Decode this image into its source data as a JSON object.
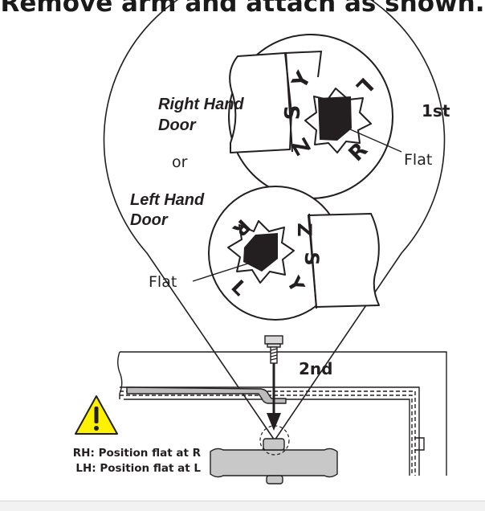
{
  "heading": "Remove arm and attach as shown.",
  "step_first": "1st",
  "step_second": "2nd",
  "right_hand_door_line1": "Right Hand",
  "right_hand_door_line2": "Door",
  "or_label": "or",
  "left_hand_door_line1": "Left Hand",
  "left_hand_door_line2": "Door",
  "flat_label_right": "Flat",
  "flat_label_left": "Flat",
  "warning_line1": "RH: Position flat at R",
  "warning_line2": "LH: Position flat at L",
  "icons": [
    "warning-triangle-icon",
    "bolt-icon",
    "arrow-down-icon"
  ],
  "colors": {
    "line": "#231f20",
    "warning_yellow": "#fff200",
    "part_gray": "#c8c8c8"
  }
}
